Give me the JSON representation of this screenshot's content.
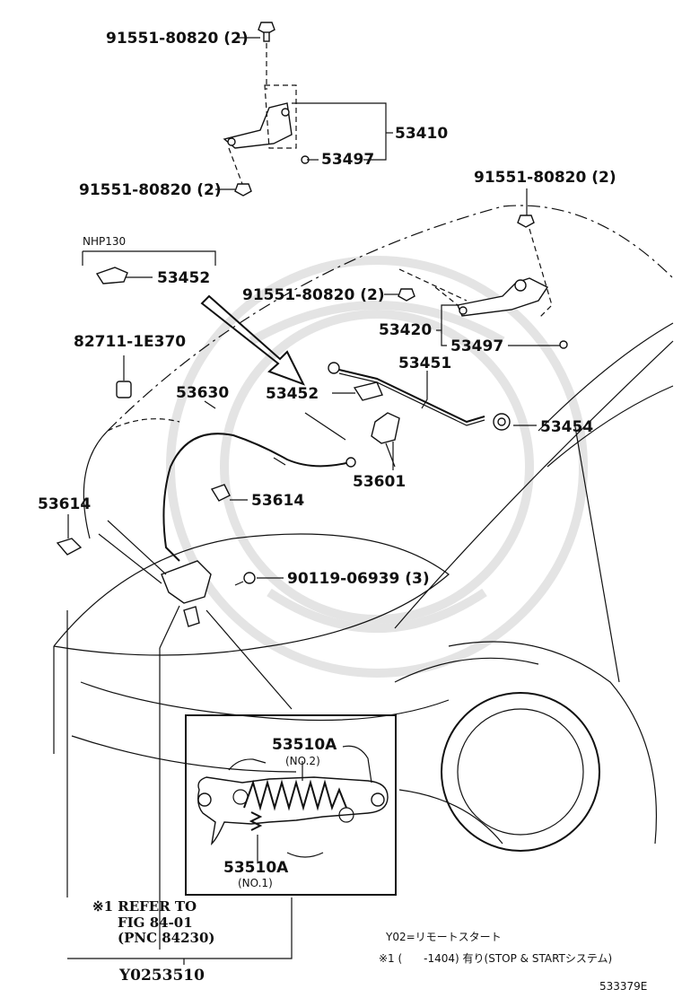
{
  "parts": {
    "bolt_top": "91551-80820 (2)",
    "bolt_mid_left": "91551-80820 (2)",
    "bolt_right": "91551-80820 (2)",
    "bolt_center": "91551-80820 (2)",
    "hinge_left": "53410",
    "hinge_left_clip": "53497",
    "hinge_right": "53420",
    "hinge_right_clip": "53497",
    "variant_label": "NHP130",
    "clip_variant": "53452",
    "clip_main": "53452",
    "clip_82711": "82711-1E370",
    "release_cable": "53630",
    "support_rod": "53451",
    "rod_holder": "53454",
    "lever": "53601",
    "clamp_left": "53614",
    "clamp_center": "53614",
    "screw_lock": "90119-06939 (3)",
    "lock_no2": "53510A",
    "lock_no2_sub": "(NO.2)",
    "lock_no1": "53510A",
    "lock_no1_sub": "(NO.1)",
    "assembly_code": "Y0253510"
  },
  "refer": {
    "line1": "※1 REFER TO",
    "line2": "FIG 84-01",
    "line3": "(PNC 84230)"
  },
  "notes": {
    "remote_start": "Y02=リモートスタート",
    "stop_start": "※1 (　　-1404) 有り(STOP & STARTシステム)"
  },
  "diagram_id": "533379E"
}
